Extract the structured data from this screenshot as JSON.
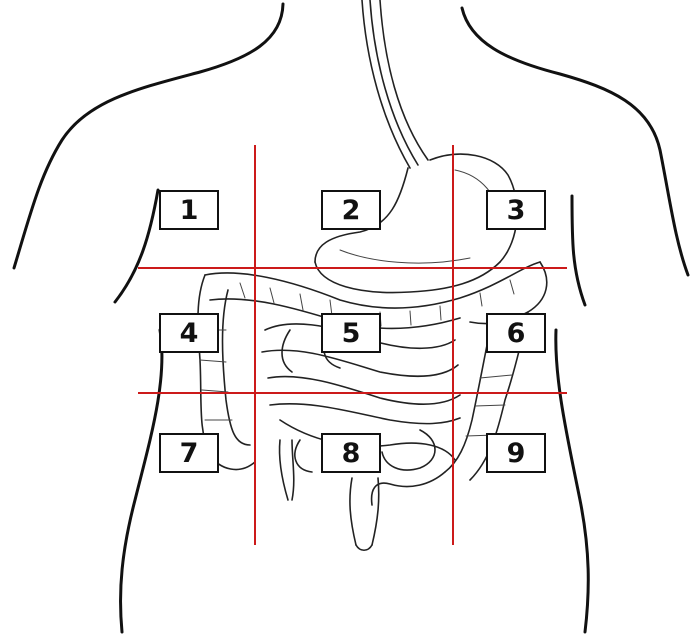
{
  "figure": {
    "regions": [
      {
        "id": "1",
        "label": "1"
      },
      {
        "id": "2",
        "label": "2"
      },
      {
        "id": "3",
        "label": "3"
      },
      {
        "id": "4",
        "label": "4"
      },
      {
        "id": "5",
        "label": "5"
      },
      {
        "id": "6",
        "label": "6"
      },
      {
        "id": "7",
        "label": "7"
      },
      {
        "id": "8",
        "label": "8"
      },
      {
        "id": "9",
        "label": "9"
      }
    ],
    "colors": {
      "grid_line": "#cc1a1a",
      "outline": "#111111",
      "background": "#ffffff"
    }
  }
}
